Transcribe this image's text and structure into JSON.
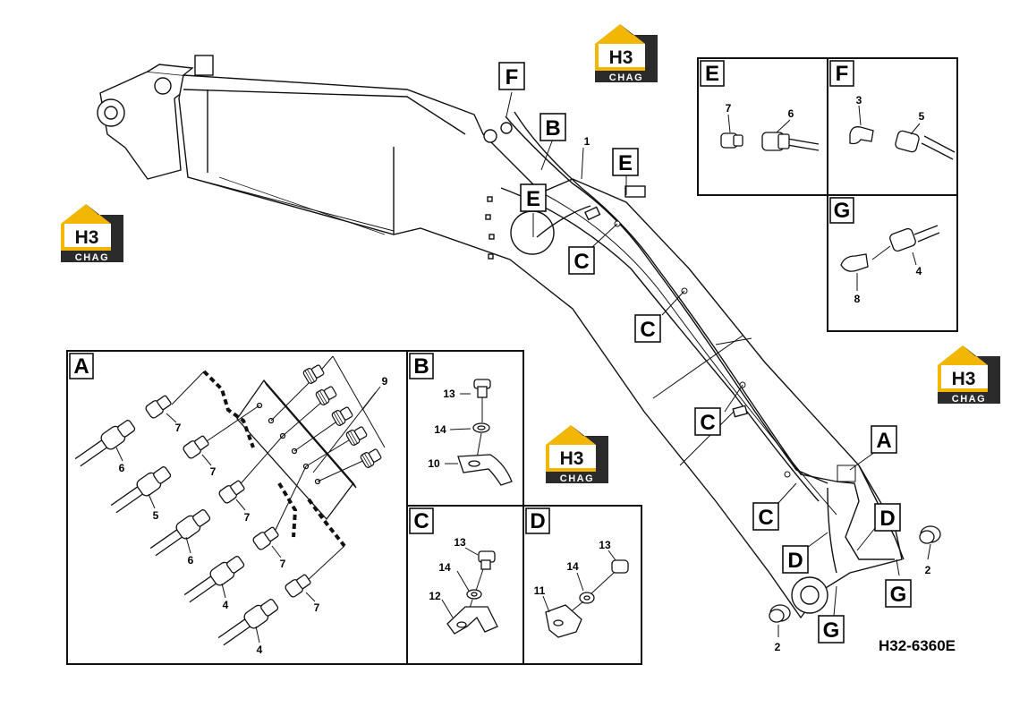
{
  "reference_code": "H32-6360E",
  "watermark_text": {
    "top": "H3",
    "bottom": "CHAG"
  },
  "callouts": {
    "A": "A",
    "B": "B",
    "C": "C",
    "D": "D",
    "E": "E",
    "F": "F",
    "G": "G"
  },
  "part_numbers": {
    "p1": "1",
    "p2": "2",
    "p3": "3",
    "p4": "4",
    "p5": "5",
    "p6": "6",
    "p7": "7",
    "p8": "8",
    "p9": "9",
    "p10": "10",
    "p11": "11",
    "p12": "12",
    "p13": "13",
    "p14": "14"
  },
  "colors": {
    "line": "#111111",
    "watermark_yellow": "#f2b705",
    "watermark_dark": "#2b2b2b"
  }
}
